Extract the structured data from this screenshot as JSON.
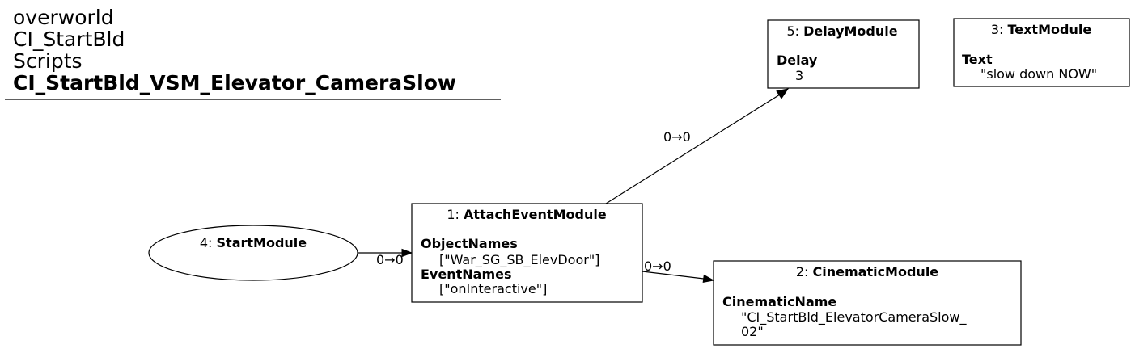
{
  "header": {
    "lines": [
      "overworld",
      "CI_StartBld",
      "Scripts"
    ],
    "script_name": "CI_StartBld_VSM_Elevator_CameraSlow"
  },
  "nodes": {
    "start": {
      "id": "4: ",
      "type": "StartModule"
    },
    "attach": {
      "id": "1: ",
      "type": "AttachEventModule",
      "prop1_name": "ObjectNames",
      "prop1_value": "[\"War_SG_SB_ElevDoor\"]",
      "prop2_name": "EventNames",
      "prop2_value": "[\"onInteractive\"]"
    },
    "delay": {
      "id": "5: ",
      "type": "DelayModule",
      "prop_name": "Delay",
      "prop_value": "3"
    },
    "text": {
      "id": "3: ",
      "type": "TextModule",
      "prop_name": "Text",
      "prop_value": "\"slow down NOW\""
    },
    "cinematic": {
      "id": "2: ",
      "type": "CinematicModule",
      "prop_name": "CinematicName",
      "prop_value_line1": "\"CI_StartBld_ElevatorCameraSlow_",
      "prop_value_line2": "02\""
    }
  },
  "edges": {
    "start_to_attach": "0→0",
    "attach_to_delay": "0→0",
    "attach_to_cinematic": "0→0"
  }
}
